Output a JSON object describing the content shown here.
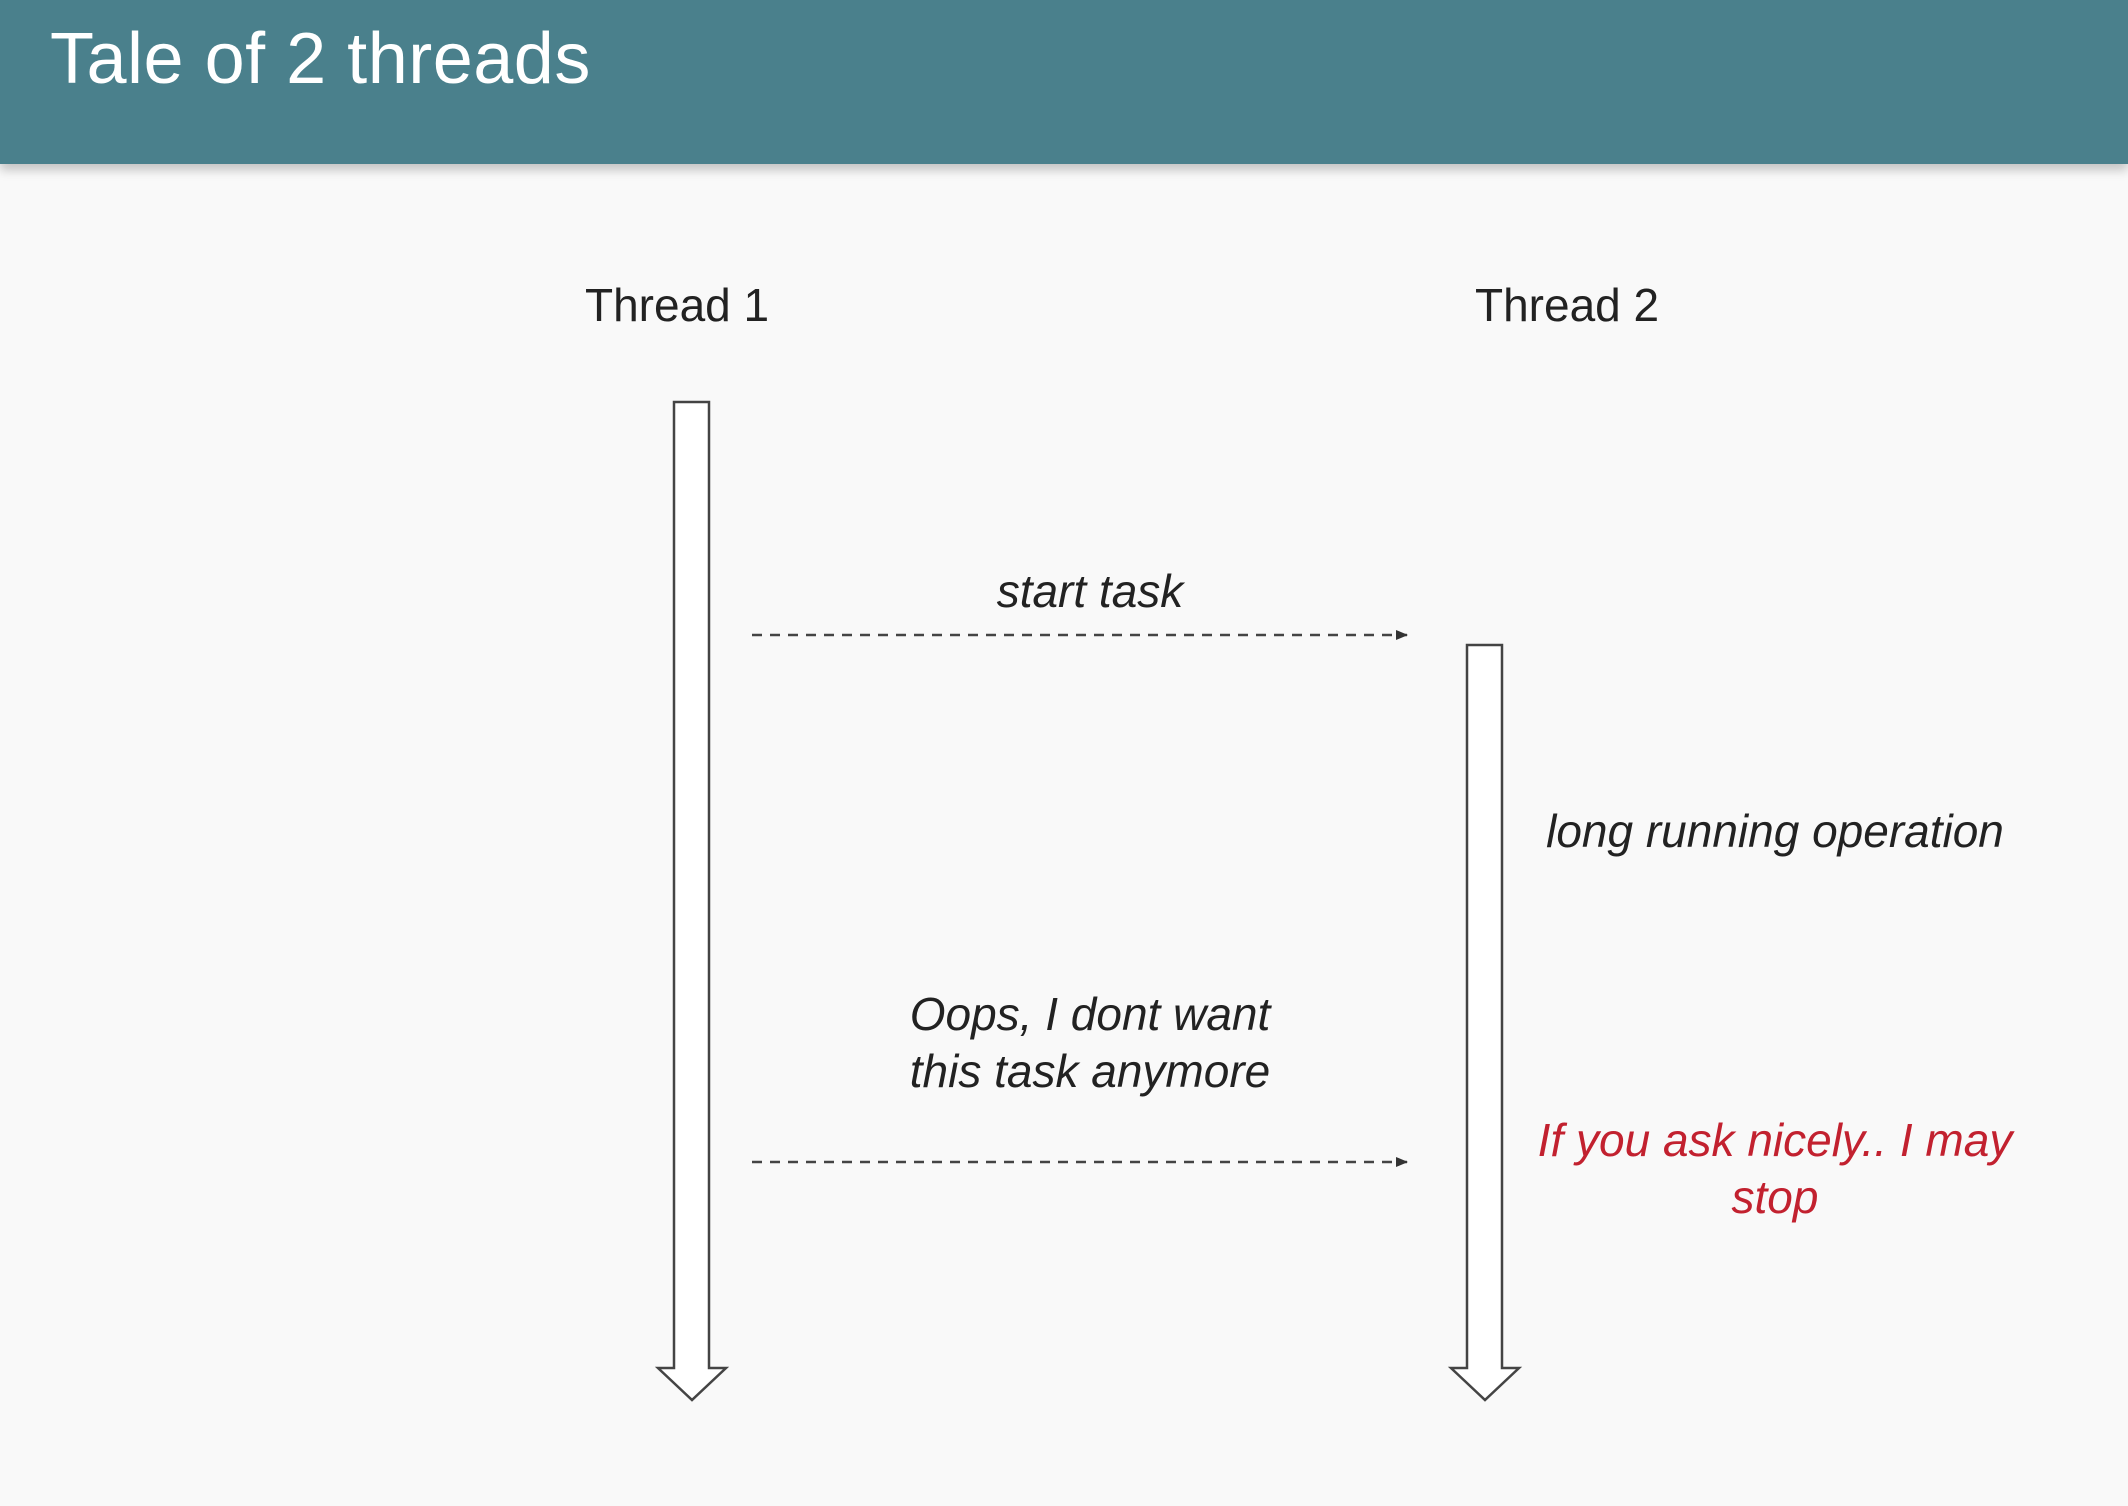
{
  "slide": {
    "title": "Tale of 2 threads"
  },
  "lanes": [
    {
      "label": "Thread 1"
    },
    {
      "label": "Thread 2"
    }
  ],
  "messages": [
    {
      "label": "start task",
      "from": "Thread 1",
      "to": "Thread 2"
    },
    {
      "label": "Oops, I dont want this task anymore",
      "from": "Thread 1",
      "to": "Thread 2"
    }
  ],
  "notes": [
    {
      "text": "long running operation",
      "lane": "Thread 2"
    },
    {
      "text": "If you ask nicely.. I may stop",
      "lane": "Thread 2",
      "color": "#c2212f"
    }
  ],
  "colors": {
    "header": "#4a808c",
    "background": "#f9f9f9",
    "text": "#222222",
    "highlight": "#c2212f"
  }
}
